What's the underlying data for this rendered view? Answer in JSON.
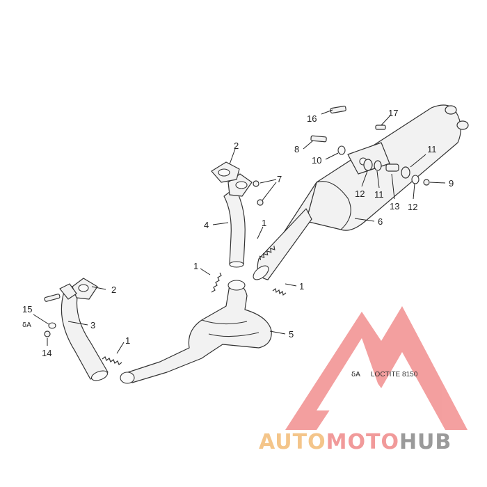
{
  "callouts": {
    "c1a": "1",
    "c1b": "1",
    "c1c": "1",
    "c1d": "1",
    "c2a": "2",
    "c2b": "2",
    "c3": "3",
    "c4": "4",
    "c5": "5",
    "c6": "6",
    "c7": "7",
    "c8": "8",
    "c9": "9",
    "c10": "10",
    "c11a": "11",
    "c11b": "11",
    "c12a": "12",
    "c12b": "12",
    "c13": "13",
    "c14": "14",
    "c15": "15",
    "c16": "16",
    "c17": "17"
  },
  "markers": {
    "loctite_symbol": "δA",
    "loctite_symbol_left": "δA"
  },
  "legend": {
    "loctite_label": "LOCTITE 8150"
  },
  "watermark": {
    "part1": "AUTO",
    "part2": "MOTO",
    "part3": "HUB",
    "colors": {
      "auto": "#f4c58a",
      "moto": "#f19a9a",
      "hub": "#9a9a9a",
      "logo": "#f08080"
    }
  }
}
